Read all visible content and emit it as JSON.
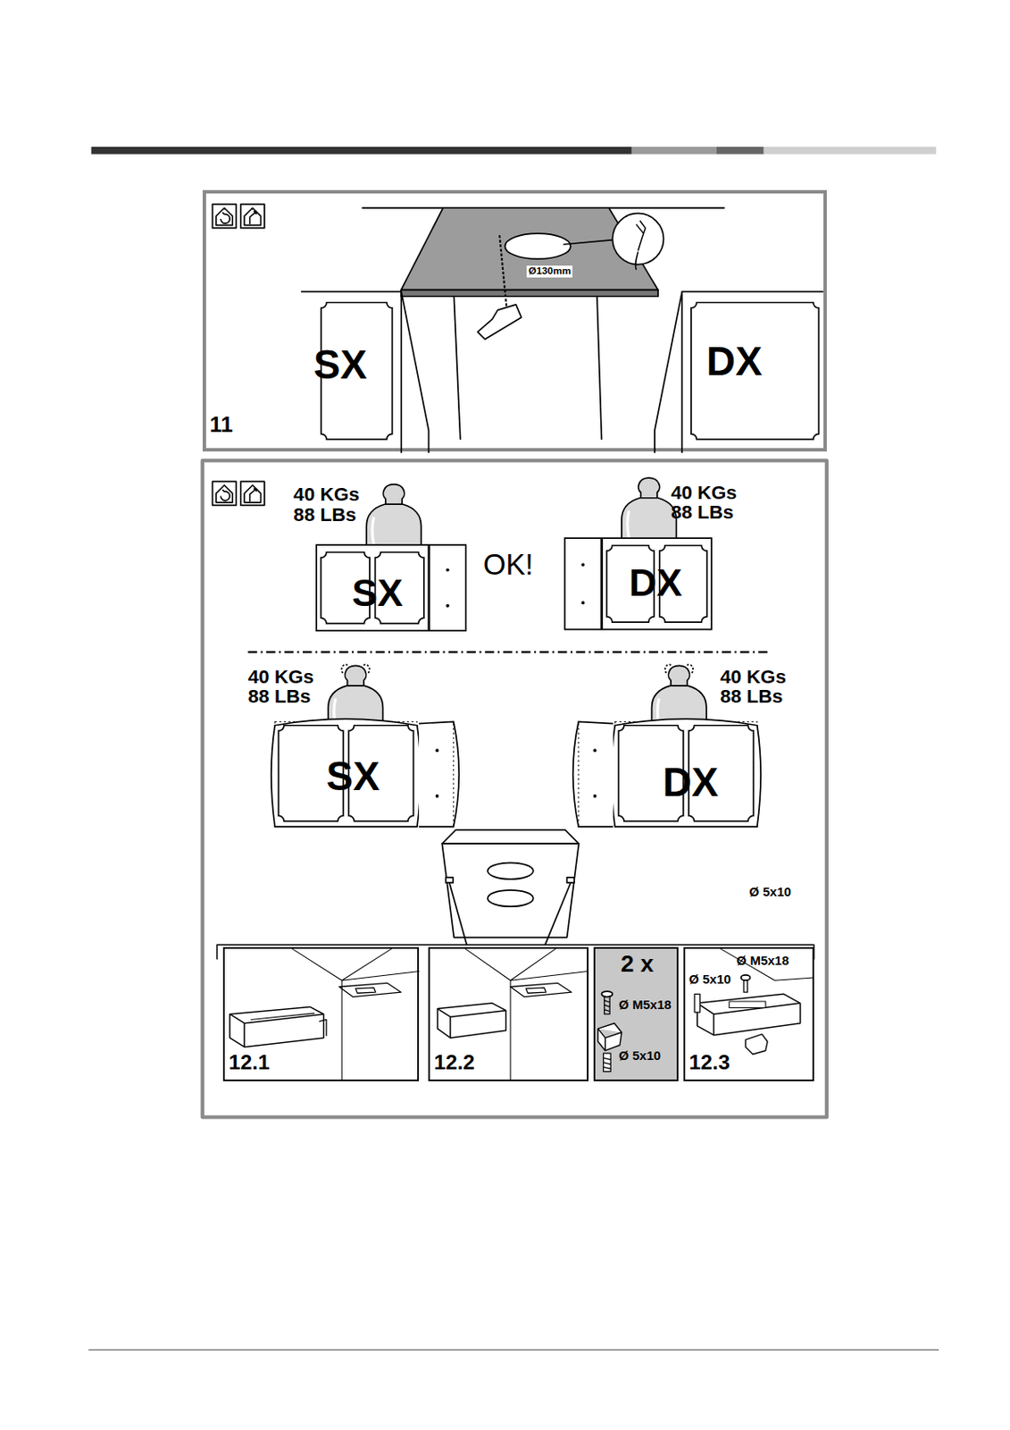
{
  "diagram": {
    "nodes": [
      {
        "text": [
          "11"
        ]
      },
      {
        "text": [
          "SX"
        ],
        "in": 0
      },
      {
        "text": [
          "DX"
        ],
        "in": 0
      },
      {
        "text": [
          "SX"
        ]
      },
      {
        "text": [
          "DX"
        ]
      },
      {
        "text": [
          "SX"
        ]
      },
      {
        "text": [
          "DX"
        ]
      },
      {
        "text": [
          "12.1"
        ]
      },
      {
        "text": [
          "12.2"
        ]
      },
      {
        "text": [
          "2 x",
          "Ø M5x18",
          "Ø 5x10"
        ]
      },
      {
        "text": [
          "Ø 5x10",
          "Ø M5x18",
          "12.3"
        ]
      }
    ],
    "edges": [],
    "labels": [
      "Ø130mm",
      "40 KGs",
      "88 LBs",
      "OK!",
      "40 KGs",
      "88 LBs",
      "40 KGs",
      "88 LBs",
      "40 KGs",
      "88 LBs",
      "Ø 5x10"
    ]
  }
}
